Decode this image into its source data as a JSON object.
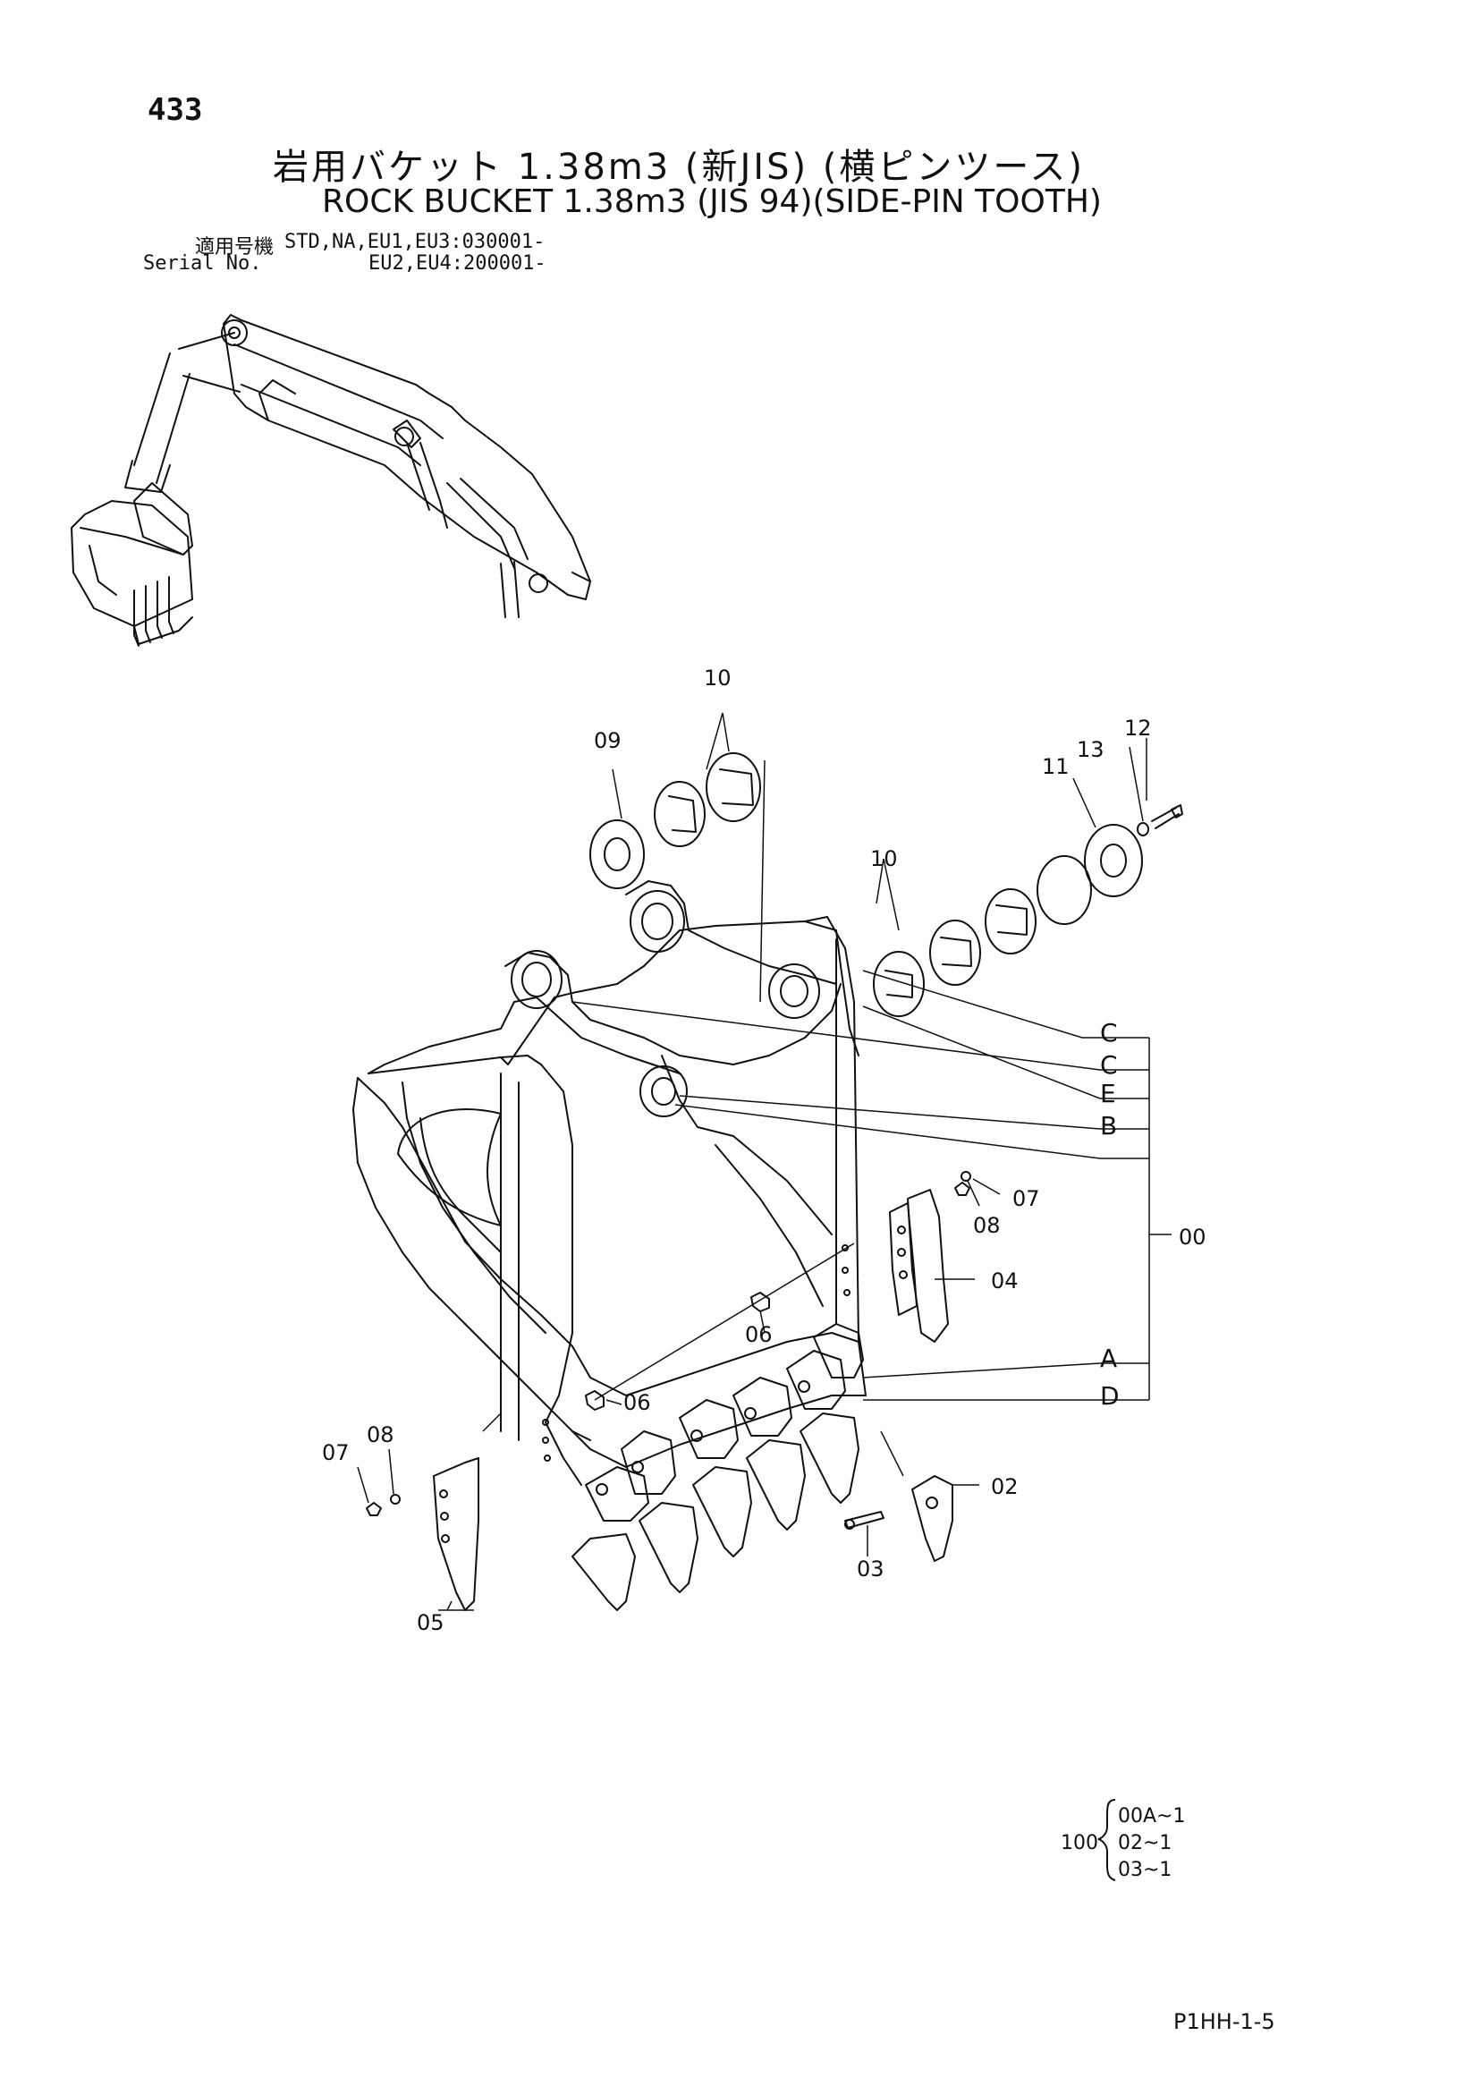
{
  "page_number": "433",
  "title_jp": "岩用バケット 1.38m3 (新JIS) (横ピンツース)",
  "title_en": "ROCK BUCKET 1.38m3 (JIS 94)(SIDE-PIN TOOTH)",
  "serial": {
    "label_jp": "適用号機",
    "label_en": "Serial No.",
    "range_1": "STD,NA,EU1,EU3:030001-",
    "range_2": "EU2,EU4:200001-"
  },
  "callouts": {
    "p09": "09",
    "p10a": "10",
    "p10b": "10",
    "p11": "11",
    "p12": "12",
    "p13": "13",
    "c1": "C",
    "c2": "C",
    "e": "E",
    "b": "B",
    "a": "A",
    "d": "D",
    "p00": "00",
    "p07a": "07",
    "p08a": "08",
    "p04": "04",
    "p06a": "06",
    "p06b": "06",
    "p02": "02",
    "p03": "03",
    "p07b": "07",
    "p08b": "08",
    "p05": "05"
  },
  "set": {
    "number": "100",
    "items": [
      "00A~1",
      "02~1",
      "03~1"
    ]
  },
  "page_code": "P1HH-1-5"
}
